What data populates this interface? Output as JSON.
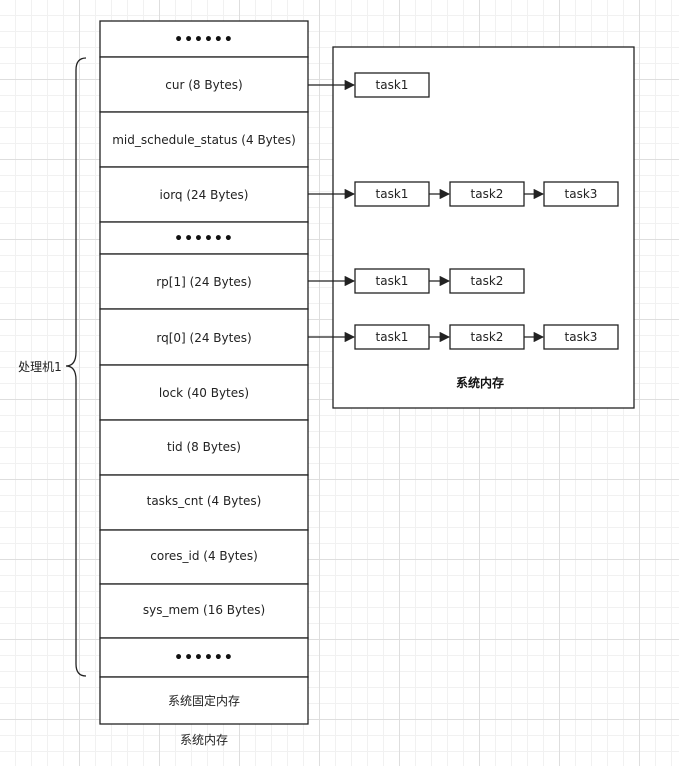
{
  "memory_column": {
    "cells": [
      {
        "label": "••••••",
        "kind": "dots"
      },
      {
        "label": "cur (8 Bytes)",
        "kind": "field"
      },
      {
        "label": "mid_schedule_status (4 Bytes)",
        "kind": "field"
      },
      {
        "label": "iorq (24 Bytes)",
        "kind": "field"
      },
      {
        "label": "••••••",
        "kind": "dots"
      },
      {
        "label": "rp[1] (24 Bytes)",
        "kind": "field"
      },
      {
        "label": "rq[0] (24 Bytes)",
        "kind": "field"
      },
      {
        "label": "lock (40 Bytes)",
        "kind": "field"
      },
      {
        "label": "tid (8 Bytes)",
        "kind": "field"
      },
      {
        "label": "tasks_cnt (4 Bytes)",
        "kind": "field"
      },
      {
        "label": "cores_id (4 Bytes)",
        "kind": "field"
      },
      {
        "label": "sys_mem (16 Bytes)",
        "kind": "field"
      },
      {
        "label": "••••••",
        "kind": "dots"
      },
      {
        "label": "系统固定内存",
        "kind": "field"
      }
    ],
    "caption": "系统内存"
  },
  "processor": {
    "label": "处理机1"
  },
  "system_memory_box": {
    "label": "系统内存",
    "chains": [
      {
        "source": "cur (8 Bytes)",
        "tasks": [
          "task1"
        ]
      },
      {
        "source": "iorq (24 Bytes)",
        "tasks": [
          "task1",
          "task2",
          "task3"
        ]
      },
      {
        "source": "rp[1] (24 Bytes)",
        "tasks": [
          "task1",
          "task2"
        ]
      },
      {
        "source": "rq[0] (24 Bytes)",
        "tasks": [
          "task1",
          "task2",
          "task3"
        ]
      }
    ]
  },
  "colors": {
    "stroke": "#222222",
    "box_fill": "#ffffff",
    "text": "#222222"
  }
}
